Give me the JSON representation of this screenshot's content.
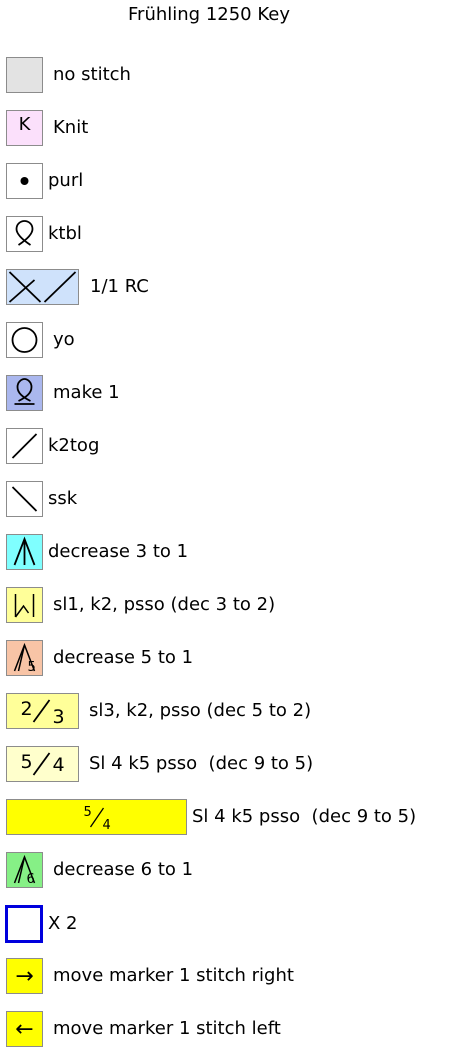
{
  "title": "Frühling 1250 Key",
  "colors": {
    "no_stitch": "#e3e3e3",
    "knit": "#fbe0fb",
    "white": "#ffffff",
    "cable": "#cfe2fb",
    "make1": "#aab7ee",
    "decrease3": "#7fffff",
    "yellow_pale": "#ffff99",
    "salmon": "#f8c4a6",
    "cream": "#ffffcc",
    "green": "#86f086",
    "blue_border": "#0000dd",
    "yellow": "#ffff00"
  },
  "symbols": {
    "knit": "K",
    "dec23_num": "2",
    "dec23_den": "3",
    "dec95_num": "5",
    "dec95_den": "4",
    "dec51_digit": "5",
    "dec61_digit": "6",
    "arrow_right": "→",
    "arrow_left": "←"
  },
  "items": [
    {
      "label": "no stitch",
      "icon": "blank-square-icon"
    },
    {
      "label": "Knit",
      "icon": "k-letter-icon"
    },
    {
      "label": "purl",
      "icon": "dot-icon"
    },
    {
      "label": "ktbl",
      "icon": "twisted-loop-icon"
    },
    {
      "label": "1/1 RC",
      "icon": "right-cross-cable-icon"
    },
    {
      "label": "yo",
      "icon": "circle-icon"
    },
    {
      "label": "make 1",
      "icon": "make-one-loop-icon"
    },
    {
      "label": "k2tog",
      "icon": "right-slant-icon"
    },
    {
      "label": "ssk",
      "icon": "left-slant-icon"
    },
    {
      "label": "decrease 3 to 1",
      "icon": "caret-up-icon"
    },
    {
      "label": "sl1, k2, psso (dec 3 to 2)",
      "icon": "psso-bracket-icon"
    },
    {
      "label": "decrease 5 to 1",
      "icon": "caret-five-icon"
    },
    {
      "label": "sl3, k2, psso (dec 5 to 2)",
      "icon": "fraction-2-3-icon"
    },
    {
      "label": "Sl 4 k5 psso  (dec 9 to 5)",
      "icon": "fraction-5-4-icon"
    },
    {
      "label": "Sl 4 k5 psso  (dec 9 to 5)",
      "icon": "fraction-5-4-wide-icon"
    },
    {
      "label": "decrease 6 to 1",
      "icon": "caret-six-icon"
    },
    {
      "label": "X 2",
      "icon": "blue-square-icon"
    },
    {
      "label": "move marker 1 stitch right",
      "icon": "arrow-right-icon"
    },
    {
      "label": "move marker 1 stitch left",
      "icon": "arrow-left-icon"
    }
  ]
}
